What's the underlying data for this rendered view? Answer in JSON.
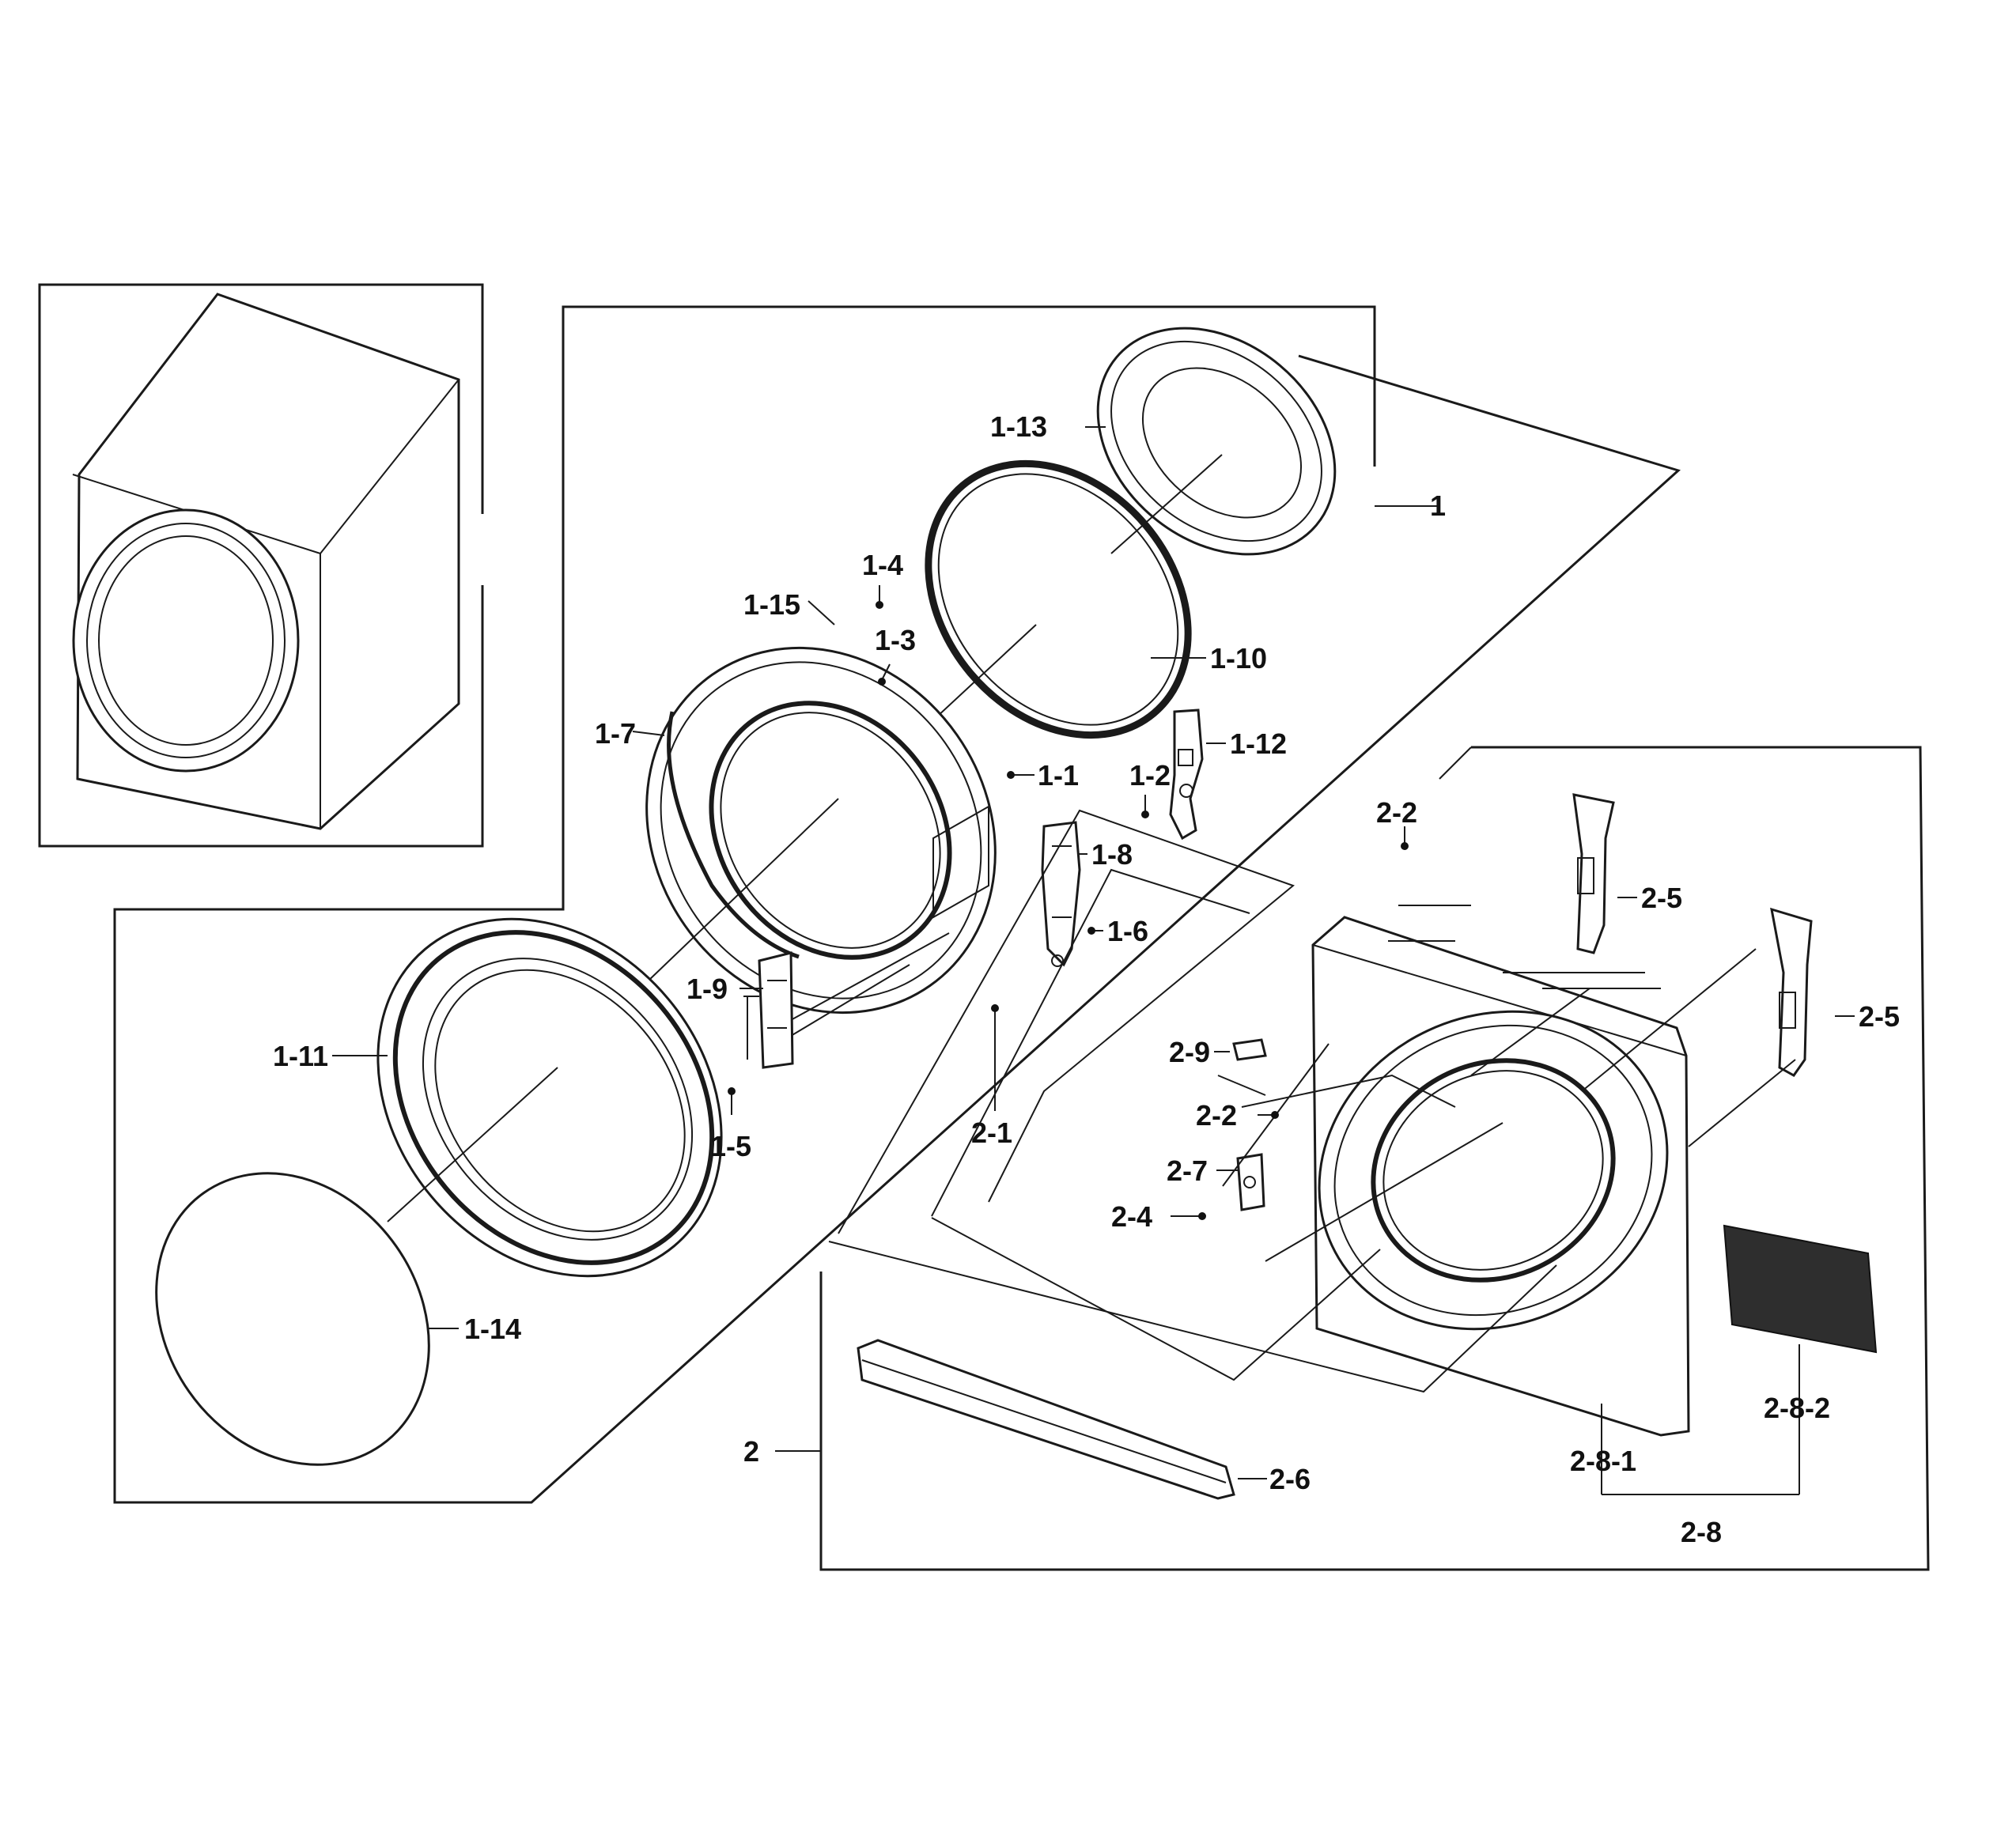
{
  "labels": {
    "p1": "1",
    "p1_1": "1-1",
    "p1_2": "1-2",
    "p1_3": "1-3",
    "p1_4": "1-4",
    "p1_5": "1-5",
    "p1_6": "1-6",
    "p1_7": "1-7",
    "p1_8": "1-8",
    "p1_9": "1-9",
    "p1_10": "1-10",
    "p1_11": "1-11",
    "p1_12": "1-12",
    "p1_13": "1-13",
    "p1_14": "1-14",
    "p1_15": "1-15",
    "p2": "2",
    "p2_1": "2-1",
    "p2_2a": "2-2",
    "p2_2b": "2-2",
    "p2_4": "2-4",
    "p2_5a": "2-5",
    "p2_5b": "2-5",
    "p2_6": "2-6",
    "p2_7": "2-7",
    "p2_8": "2-8",
    "p2_8_1": "2-8-1",
    "p2_8_2": "2-8-2",
    "p2_9": "2-9"
  }
}
